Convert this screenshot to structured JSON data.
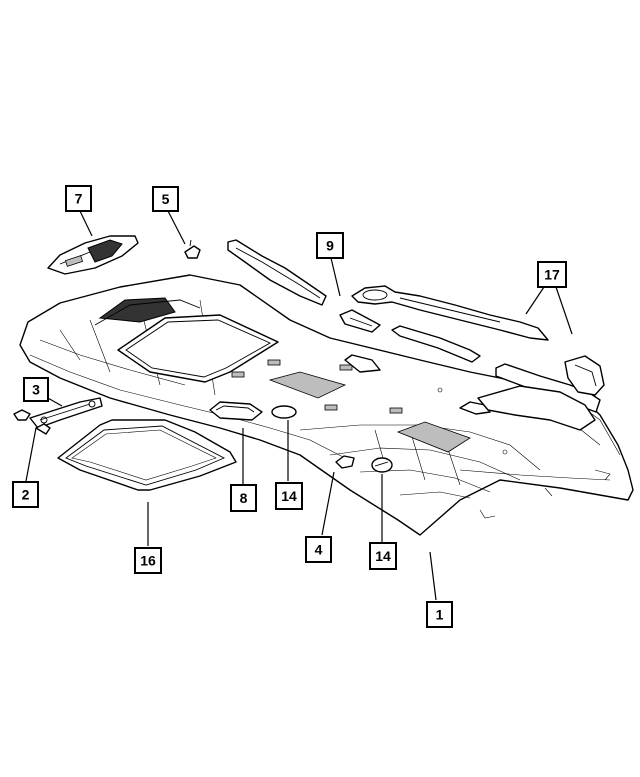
{
  "callouts": {
    "c1": "1",
    "c2": "2",
    "c3": "3",
    "c4": "4",
    "c5": "5",
    "c7": "7",
    "c8": "8",
    "c9": "9",
    "c14a": "14",
    "c14b": "14",
    "c16": "16",
    "c17": "17"
  }
}
